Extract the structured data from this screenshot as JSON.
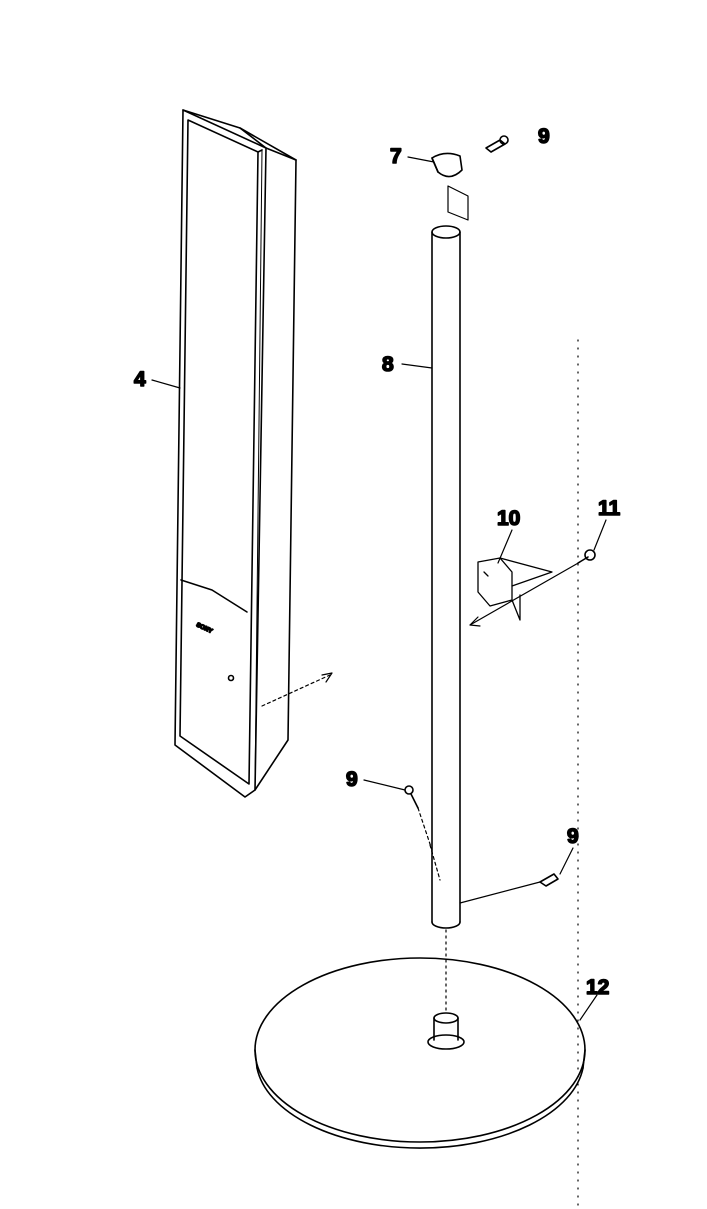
{
  "diagram": {
    "type": "exploded parts diagram",
    "callouts": [
      {
        "id": "callout-4",
        "label": "4"
      },
      {
        "id": "callout-7",
        "label": "7"
      },
      {
        "id": "callout-8",
        "label": "8"
      },
      {
        "id": "callout-9-top",
        "label": "9"
      },
      {
        "id": "callout-9-mid",
        "label": "9"
      },
      {
        "id": "callout-9-low",
        "label": "9"
      },
      {
        "id": "callout-10",
        "label": "10"
      },
      {
        "id": "callout-11",
        "label": "11"
      },
      {
        "id": "callout-12",
        "label": "12"
      }
    ],
    "brand_mark": "SONY",
    "colors": {
      "line": "#000000",
      "background": "#ffffff"
    }
  }
}
